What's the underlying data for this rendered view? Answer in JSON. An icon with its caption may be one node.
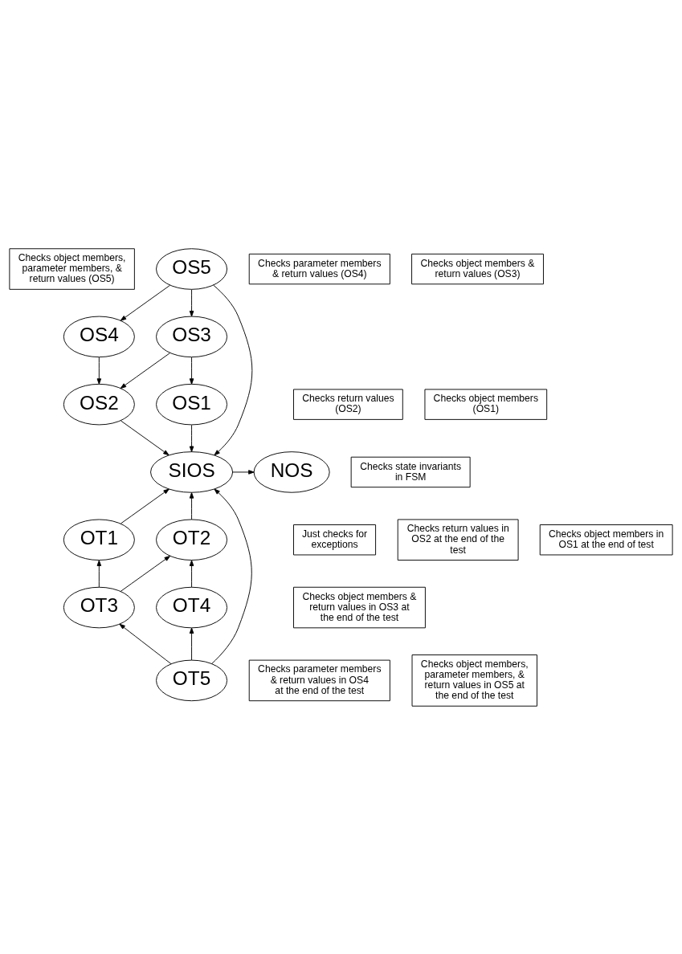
{
  "diagram": {
    "nodes": [
      {
        "text": [
          "Checks object members, parameter members, & return values (OS5)"
        ]
      },
      {
        "text": [
          "OS5"
        ]
      },
      {
        "text": [
          "Checks parameter members & return values (OS4)"
        ]
      },
      {
        "text": [
          "Checks object members & return values (OS3)"
        ]
      },
      {
        "text": [
          "OS4"
        ]
      },
      {
        "text": [
          "OS3"
        ]
      },
      {
        "text": [
          "Checks return values (OS2)"
        ]
      },
      {
        "text": [
          "OS2"
        ]
      },
      {
        "text": [
          "OS1"
        ]
      },
      {
        "text": [
          "Checks object members (OS1)"
        ]
      },
      {
        "text": [
          "Checks state invariants in FSM"
        ]
      },
      {
        "text": [
          "NOS"
        ]
      },
      {
        "text": [
          "SIOS"
        ]
      },
      {
        "text": [
          "Just checks for exceptions"
        ]
      },
      {
        "text": [
          "Checks return values in OS2 at the end of the test"
        ]
      },
      {
        "text": [
          "OT1"
        ]
      },
      {
        "text": [
          "Checks object members in OS1 at the end of test"
        ]
      },
      {
        "text": [
          "OT2"
        ]
      },
      {
        "text": [
          "Checks object members & return values in OS3 at the end of the test"
        ]
      },
      {
        "text": [
          "OT3"
        ]
      },
      {
        "text": [
          "OT4"
        ]
      },
      {
        "text": [
          "Checks parameter members & return values in OS4 at the end of the test"
        ]
      },
      {
        "text": [
          "OT5"
        ]
      },
      {
        "text": [
          "Checks object members, parameter members, & return values in OS5 at the end of the test"
        ]
      }
    ],
    "edges": [
      {
        "from": 1,
        "to": 4,
        "arrow": "to"
      },
      {
        "from": 1,
        "to": 5,
        "arrow": "to"
      },
      {
        "from": 1,
        "to": 12,
        "arrow": "to"
      },
      {
        "from": 4,
        "to": 7,
        "arrow": "to"
      },
      {
        "from": 5,
        "to": 7,
        "arrow": "to"
      },
      {
        "from": 5,
        "to": 8,
        "arrow": "to"
      },
      {
        "from": 7,
        "to": 12,
        "arrow": "to"
      },
      {
        "from": 8,
        "to": 12,
        "arrow": "to"
      },
      {
        "from": 12,
        "to": 11,
        "arrow": "to"
      },
      {
        "from": 17,
        "to": 12,
        "arrow": "to"
      },
      {
        "from": 15,
        "to": 12,
        "arrow": "to"
      },
      {
        "from": 22,
        "to": 12,
        "arrow": "to"
      },
      {
        "from": 20,
        "to": 17,
        "arrow": "to"
      },
      {
        "from": 19,
        "to": 17,
        "arrow": "to"
      },
      {
        "from": 19,
        "to": 15,
        "arrow": "to"
      },
      {
        "from": 22,
        "to": 20,
        "arrow": "to"
      },
      {
        "from": 22,
        "to": 19,
        "arrow": "to"
      }
    ]
  }
}
